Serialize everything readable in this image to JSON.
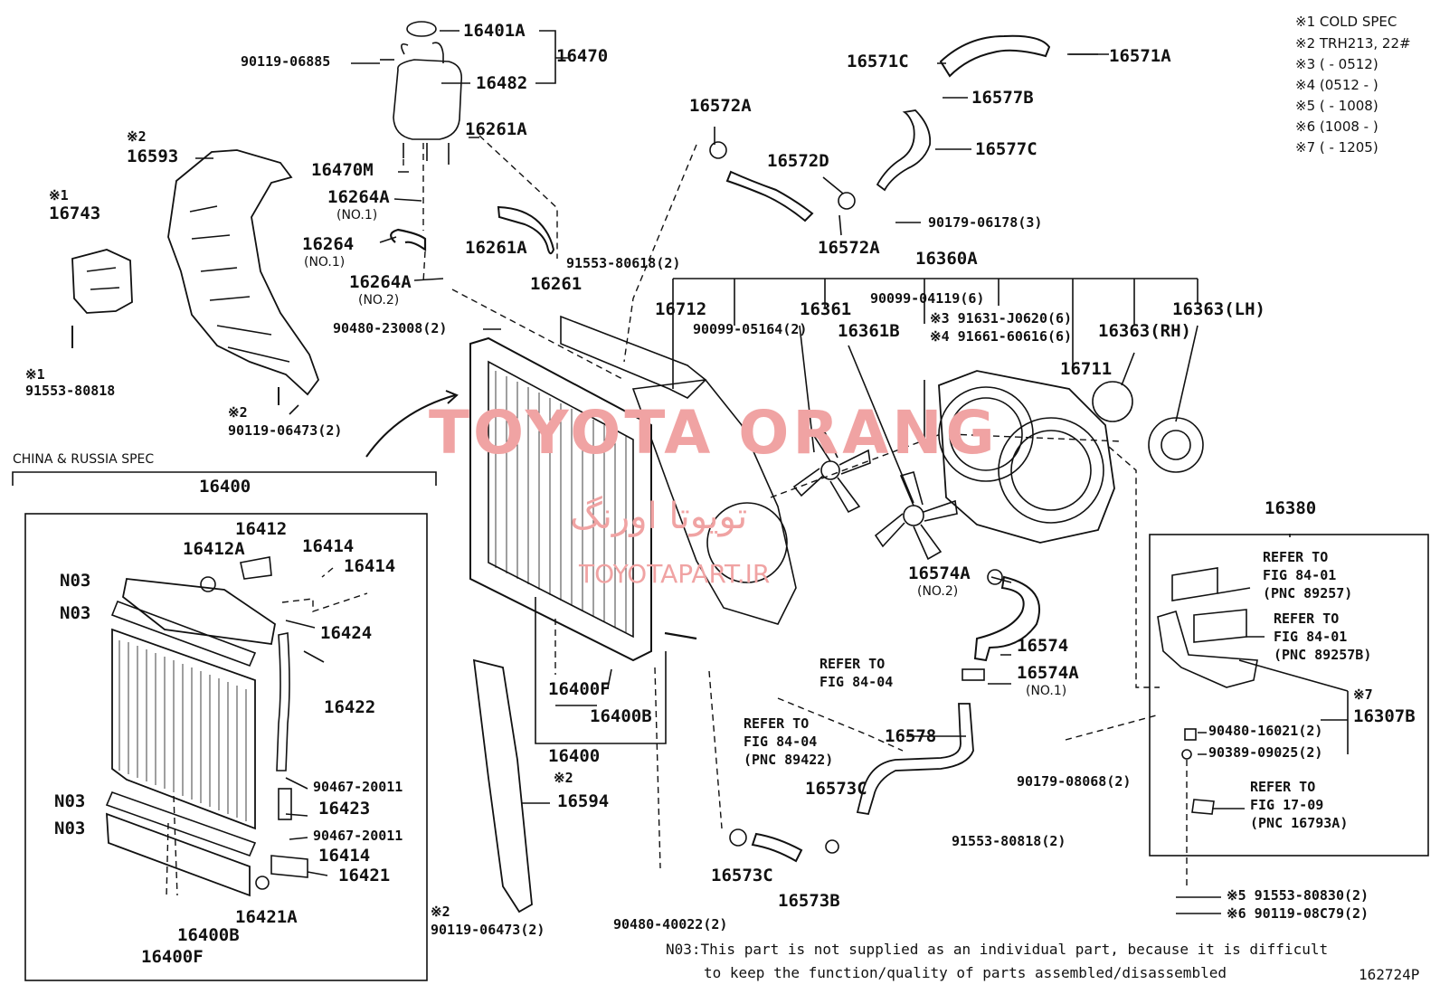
{
  "diagram_code": "162724P",
  "watermark": {
    "title": "TOYOTA ORANG",
    "farsi": "تویوتا اورنگ",
    "url": "TOYOTAPART.IR"
  },
  "specs": [
    "※1 COLD SPEC",
    "※2 TRH213, 22#",
    "※3 (        - 0512)",
    "※4 (0512 -        )",
    "※5 (        - 1008)",
    "※6 (1008 -        )",
    "※7 (        - 1205)"
  ],
  "china_russia": {
    "title": "CHINA & RUSSIA SPEC"
  },
  "labels": {
    "p16401A": "16401A",
    "p16470": "16470",
    "p16482": "16482",
    "p90119_06885": "90119-06885",
    "p16261A": "16261A",
    "p16470M": "16470M",
    "p16264A": "16264A",
    "p16264": "16264",
    "no1": "(NO.1)",
    "no2": "(NO.2)",
    "p16261": "16261",
    "p91553_80618_2": "91553-80618(2)",
    "p90480_23008_2": "90480-23008(2)",
    "note1": "※1",
    "note2": "※2",
    "note7": "※7",
    "p16593": "16593",
    "p16743": "16743",
    "p91553_80818": "91553-80818",
    "p90119_06473_2": "90119-06473(2)",
    "p16400": "16400",
    "p16572A": "16572A",
    "p16572D": "16572D",
    "p16571C": "16571C",
    "p16571A": "16571A",
    "p16577B": "16577B",
    "p16577C": "16577C",
    "p90179_06178_3": "90179-06178(3)",
    "p16360A": "16360A",
    "p16712": "16712",
    "p16361": "16361",
    "p90099_04119_6": "90099-04119(6)",
    "p90099_05164_2": "90099-05164(2)",
    "p16361B": "16361B",
    "p91631_J0620_6": "※3 91631-J0620(6)",
    "p91661_60616_6": "※4 91661-60616(6)",
    "p16363RH": "16363(RH)",
    "p16363LH": "16363(LH)",
    "p16711": "16711",
    "p16574A": "16574A",
    "p16574": "16574",
    "refer_to": "REFER TO",
    "fig_84_04": "FIG 84-04",
    "pnc_89422": "(PNC 89422)",
    "p16578": "16578",
    "p16573C": "16573C",
    "p16573B": "16573B",
    "p90179_08068_2": "90179-08068(2)",
    "p91553_80818_2": "91553-80818(2)",
    "p16400F": "16400F",
    "p16400B": "16400B",
    "p16594": "16594",
    "p90480_40022_2": "90480-40022(2)",
    "p16380": "16380",
    "fig_84_01": "FIG 84-01",
    "pnc_89257": "(PNC 89257)",
    "pnc_89257B": "(PNC 89257B)",
    "p16307B": "16307B",
    "p90480_16021_2": "90480-16021(2)",
    "p90389_09025_2": "90389-09025(2)",
    "fig_17_09": "FIG 17-09",
    "pnc_16793A": "(PNC 16793A)",
    "p91553_80830_2": "※5 91553-80830(2)",
    "p90119_08C79_2": "※6 90119-08C79(2)",
    "p16412": "16412",
    "p16412A": "16412A",
    "p16414": "16414",
    "n03": "N03",
    "p16424": "16424",
    "p16422": "16422",
    "p90467_20011": "90467-20011",
    "p16423": "16423",
    "p16421": "16421",
    "p16421A": "16421A"
  },
  "footnote": {
    "line1": "N03:This part is not supplied as an individual part, because it is difficult",
    "line2": "to keep the function/quality of parts assembled/disassembled"
  }
}
